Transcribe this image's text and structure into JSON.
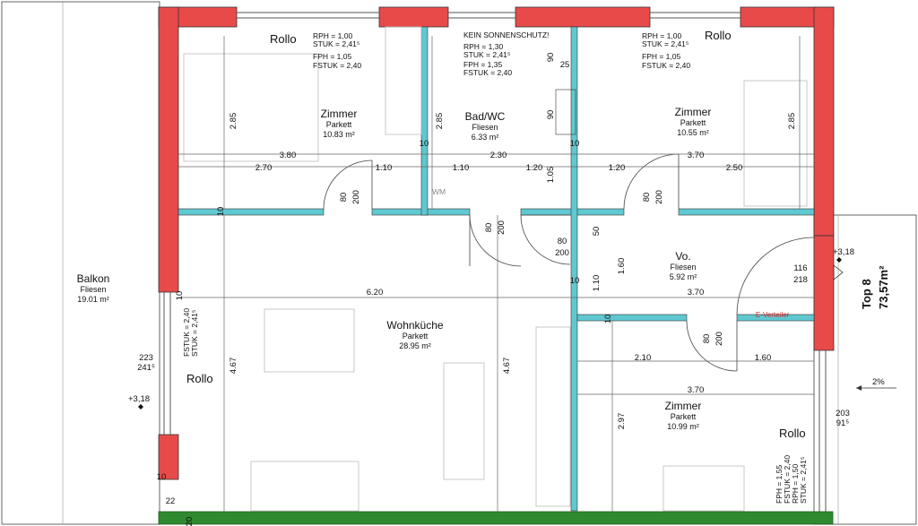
{
  "colors": {
    "wall": "#e84a4a",
    "partition": "#5fc8d0",
    "floor_edge": "#2f8a2f",
    "note_red": "#d32626"
  },
  "rooms": {
    "zimmer1": {
      "name": "Zimmer",
      "floor": "Parkett",
      "area": "10.83 m²"
    },
    "bad": {
      "name": "Bad/WC",
      "floor": "Fliesen",
      "area": "6.33 m²"
    },
    "zimmer2": {
      "name": "Zimmer",
      "floor": "Parkett",
      "area": "10.55 m²"
    },
    "wohnkueche": {
      "name": "Wohnküche",
      "floor": "Parkett",
      "area": "28.95 m²"
    },
    "vorraum": {
      "name": "Vo.",
      "floor": "Fliesen",
      "area": "5.92 m²"
    },
    "zimmer3": {
      "name": "Zimmer",
      "floor": "Parkett",
      "area": "10.99 m²"
    },
    "balkon": {
      "name": "Balkon",
      "floor": "Fliesen",
      "area": "19.01 m²"
    }
  },
  "unit": {
    "name": "Top 8",
    "area": "73,57m²"
  },
  "rollo": "Rollo",
  "notes": {
    "win1": [
      "RPH = 1,00",
      "STUK = 2,41⁵",
      "FPH = 1,05",
      "FSTUK = 2,40"
    ],
    "win2": [
      "KEIN SONNENSCHUTZ!",
      "RPH = 1,30",
      "STUK = 2,41⁵",
      "FPH = 1,35",
      "FSTUK = 2,40"
    ],
    "win3": [
      "RPH = 1,00",
      "STUK = 2,41⁵",
      "FPH = 1,05",
      "FSTUK = 2,40"
    ],
    "win_left": [
      "FSTUK = 2,40",
      "STUK = 2,41⁵"
    ],
    "win_br": [
      "FPH = 1,55",
      "FSTUK = 2,40",
      "RPH = 1,50",
      "STUK = 2,41⁵"
    ]
  },
  "dims": {
    "d380": "3.80",
    "d230": "2.30",
    "d370a": "3.70",
    "d270": "2.70",
    "d110a": "1.10",
    "d110b": "1.10",
    "d120a": "1.20",
    "d120b": "1.20",
    "d250": "2.50",
    "d285a": "2.85",
    "d285b": "2.85",
    "d285c": "2.85",
    "d620": "6.20",
    "d370b": "3.70",
    "d370c": "3.70",
    "d210": "2.10",
    "d160a": "1.60",
    "d160b": "1.60",
    "d110c": "1.10",
    "d50": "50",
    "d467a": "4.67",
    "d467b": "4.67",
    "d297": "2.97",
    "d105": "1.05",
    "d10a": "10",
    "d10b": "10",
    "d10c": "10",
    "d10d": "10",
    "d10e": "10",
    "d10f": "10",
    "d10g": "10",
    "d90a": "90",
    "d90b": "90",
    "d25": "25",
    "d22": "22",
    "d20": "20"
  },
  "doors": {
    "door1": [
      "80",
      "200"
    ],
    "door2": [
      "80",
      "200"
    ],
    "door3": [
      "80",
      "200"
    ],
    "door4": [
      "80",
      "200"
    ],
    "door5": [
      "80",
      "200"
    ],
    "door6": [
      "116",
      "218"
    ]
  },
  "windows": {
    "left": [
      "223",
      "241⁵"
    ],
    "right": [
      "203",
      "91⁵"
    ]
  },
  "levels": {
    "balkon": "+3,18",
    "terrace": "+3,18"
  },
  "slope": "2%",
  "wm": "WM",
  "e_verteiler": "E-Verteiler"
}
